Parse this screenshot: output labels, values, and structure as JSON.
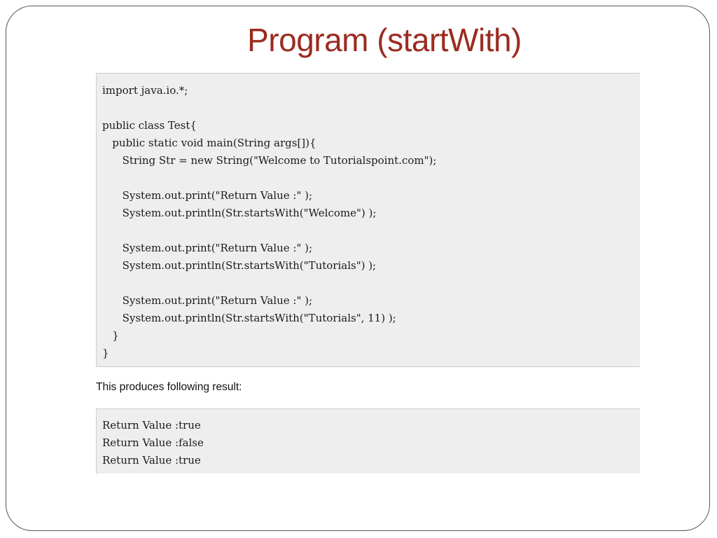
{
  "slide": {
    "title": "Program (startWith)"
  },
  "code": {
    "lines": [
      "import java.io.*;",
      "",
      "public class Test{",
      "   public static void main(String args[]){",
      "      String Str = new String(\"Welcome to Tutorialspoint.com\");",
      "",
      "      System.out.print(\"Return Value :\" );",
      "      System.out.println(Str.startsWith(\"Welcome\") );",
      "",
      "      System.out.print(\"Return Value :\" );",
      "      System.out.println(Str.startsWith(\"Tutorials\") );",
      "",
      "      System.out.print(\"Return Value :\" );",
      "      System.out.println(Str.startsWith(\"Tutorials\", 11) );",
      "   }",
      "}"
    ]
  },
  "result": {
    "caption": "This produces following result:",
    "lines": [
      "Return Value :true",
      "Return Value :false",
      "Return Value :true"
    ]
  }
}
